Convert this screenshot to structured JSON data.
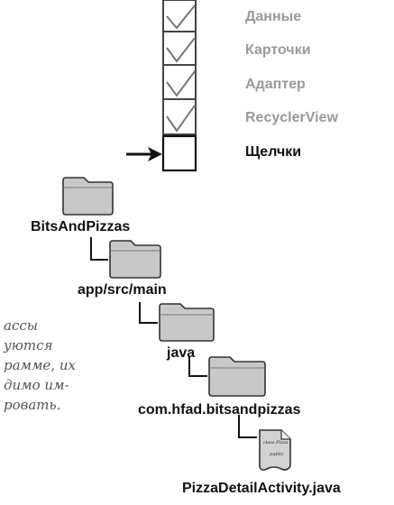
{
  "checklist": {
    "items": [
      {
        "label": "Данные",
        "checked": true
      },
      {
        "label": "Карточки",
        "checked": true
      },
      {
        "label": "Адаптер",
        "checked": true
      },
      {
        "label": "RecyclerView",
        "checked": true
      },
      {
        "label": "Щелчки",
        "checked": false,
        "current": true
      }
    ]
  },
  "tree": {
    "root": "BitsAndPizzas",
    "level1": "app/src/main",
    "level2": "java",
    "level3": "com.hfad.bitsandpizzas",
    "file": "PizzaDetailActivity.java",
    "file_icon_text": [
      "class Pizza",
      "public"
    ]
  },
  "note": {
    "lines": [
      "ассы",
      "уются",
      "рамме, их",
      "димо им-",
      "ровать."
    ]
  },
  "colors": {
    "done_label": "#9a9a9a",
    "current_label": "#111111",
    "folder_fill": "#c8c8c8",
    "folder_stroke": "#333333"
  }
}
